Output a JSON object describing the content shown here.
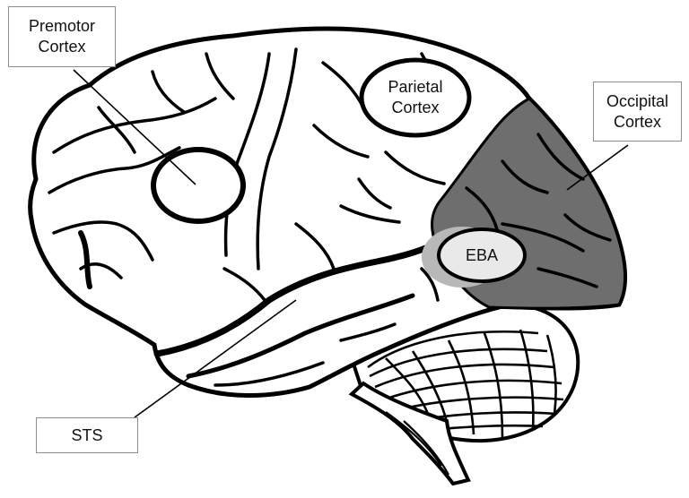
{
  "figure": {
    "labels": {
      "premotor": "Premotor\nCortex",
      "occipital": "Occipital\nCortex",
      "sts": "STS",
      "parietal": "Parietal\nCortex",
      "eba": "EBA"
    },
    "colors": {
      "outline": "#000000",
      "brain_fill": "#ffffff",
      "occipital_shade": "#6e6e6e",
      "eba_fill": "#e9e9e9",
      "eba_halo": "#b8b8b8",
      "label_border": "#8c8c8c"
    }
  }
}
